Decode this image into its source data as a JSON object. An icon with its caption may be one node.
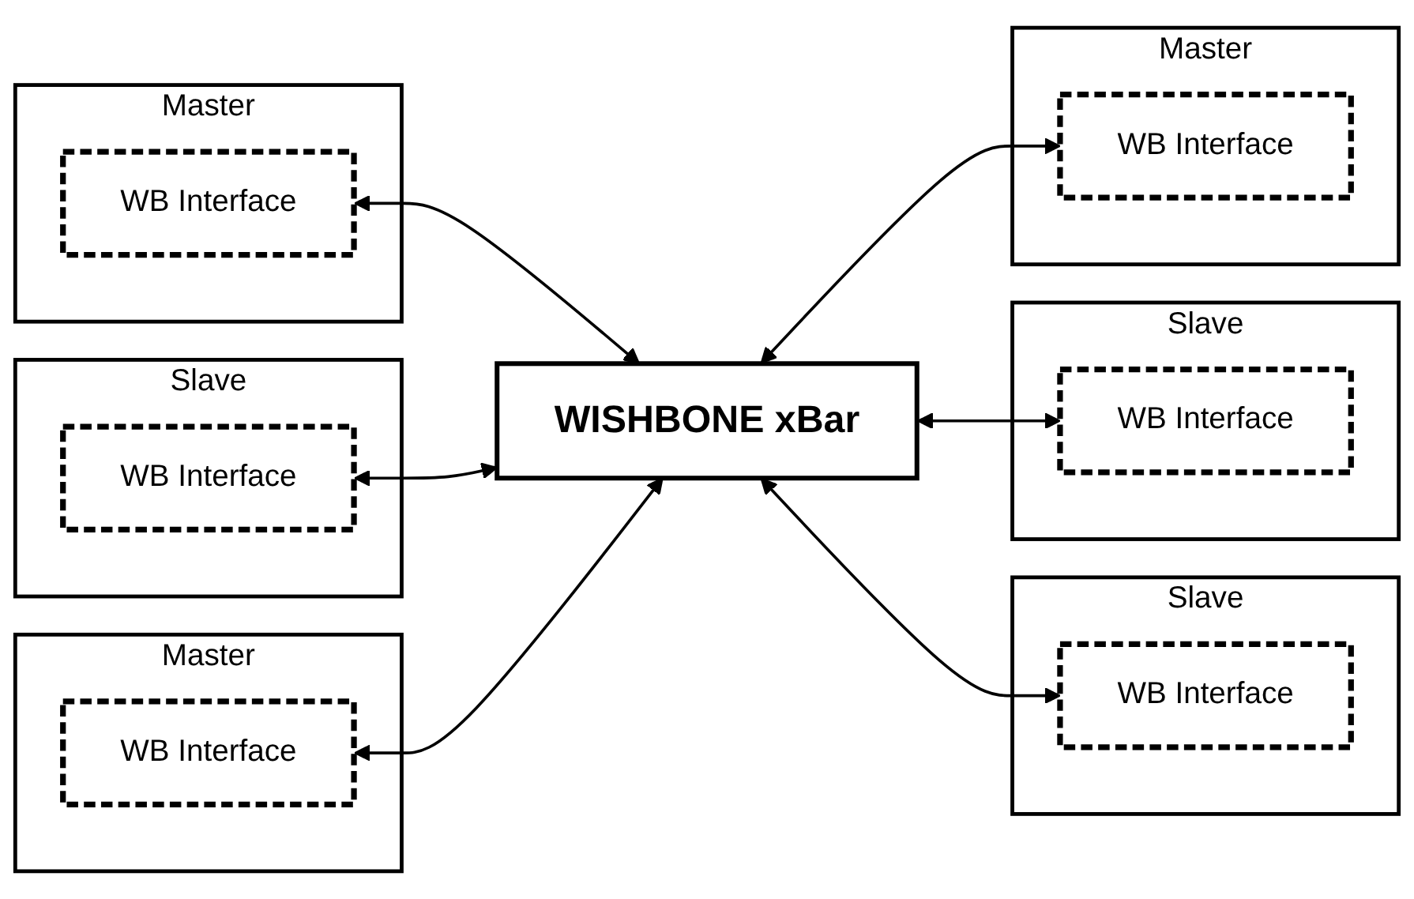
{
  "diagram": {
    "nodes": [
      {
        "text": [
          "Master"
        ]
      },
      {
        "text": [
          "WB Interface"
        ],
        "in": 0
      },
      {
        "text": [
          "Slave"
        ]
      },
      {
        "text": [
          "WB Interface"
        ],
        "in": 2
      },
      {
        "text": [
          "Master"
        ]
      },
      {
        "text": [
          "WB Interface"
        ],
        "in": 4
      },
      {
        "text": [
          "WISHBONE xBar"
        ]
      },
      {
        "text": [
          "Slave"
        ]
      },
      {
        "text": [
          "WB Interface"
        ],
        "in": 7
      },
      {
        "text": [
          "Slave"
        ]
      },
      {
        "text": [
          "WB Interface"
        ],
        "in": 9
      },
      {
        "text": [
          "Master"
        ]
      },
      {
        "text": [
          "WB Interface"
        ],
        "in": 11
      }
    ],
    "edges": [
      {
        "from": 1,
        "to": 6,
        "arrow": "both"
      },
      {
        "from": 3,
        "to": 6,
        "arrow": "both"
      },
      {
        "from": 5,
        "to": 6,
        "arrow": "both"
      },
      {
        "from": 6,
        "to": 8,
        "arrow": "both"
      },
      {
        "from": 6,
        "to": 10,
        "arrow": "both"
      },
      {
        "from": 6,
        "to": 12,
        "arrow": "both"
      }
    ]
  }
}
